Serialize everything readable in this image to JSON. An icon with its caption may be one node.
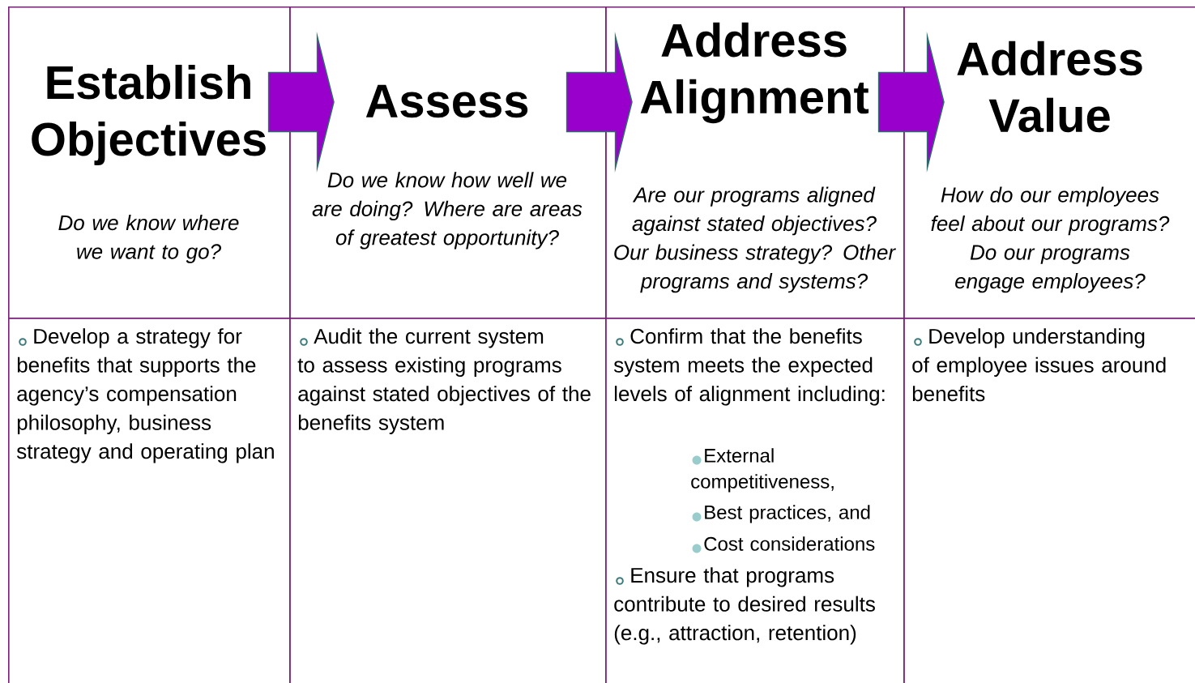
{
  "diagram": {
    "nodes": [
      {
        "text": [
          "Establish Objectives",
          "Do we know where we want to go?"
        ]
      },
      {
        "text": [
          "Assess",
          "Do we know how well we are doing? Where are areas of greatest opportunity?"
        ]
      },
      {
        "text": [
          "Address Alignment",
          "Are our programs aligned against stated objectives? Our business strategy? Other programs and systems?"
        ]
      },
      {
        "text": [
          "Address Value",
          "How do our employees feel about our programs? Do our programs engage employees?"
        ]
      },
      {
        "text": [
          "Develop a strategy for benefits that supports the agency’s compensation philosophy, business strategy and operating plan"
        ]
      },
      {
        "text": [
          "Audit the current system to assess existing programs against stated objectives of the  benefits system"
        ]
      },
      {
        "text": [
          "Confirm that the benefits system meets the expected levels of alignment including:",
          "External competitiveness,",
          "Best practices, and",
          "Cost considerations",
          "Ensure that programs contribute to desired results (e.g., attraction, retention)"
        ]
      },
      {
        "text": [
          "Develop understanding of employee issues around benefits"
        ]
      }
    ],
    "edges": [
      {
        "from": 0,
        "to": 1,
        "arrow": "to"
      },
      {
        "from": 1,
        "to": 2,
        "arrow": "to"
      },
      {
        "from": 2,
        "to": 3,
        "arrow": "to"
      }
    ]
  }
}
